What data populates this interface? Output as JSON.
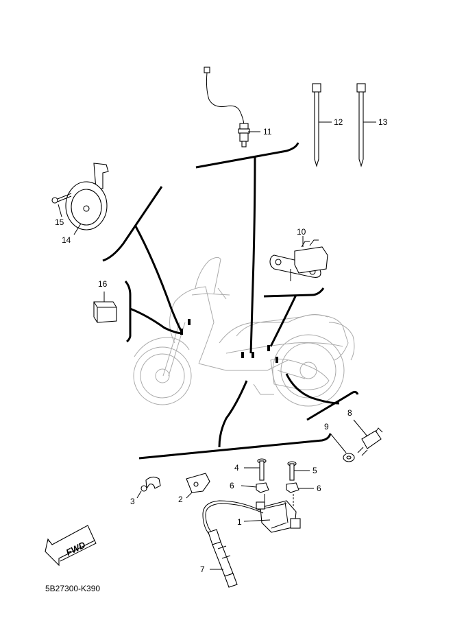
{
  "diagram_code": "5B27300-K390",
  "direction_label": "FWD",
  "callouts": {
    "p1": "1",
    "p2": "2",
    "p3": "3",
    "p4": "4",
    "p5": "5",
    "p6a": "6",
    "p6b": "6",
    "p7": "7",
    "p8": "8",
    "p9": "9",
    "p10": "10",
    "p11": "11",
    "p12": "12",
    "p13": "13",
    "p14": "14",
    "p15": "15",
    "p16": "16"
  }
}
